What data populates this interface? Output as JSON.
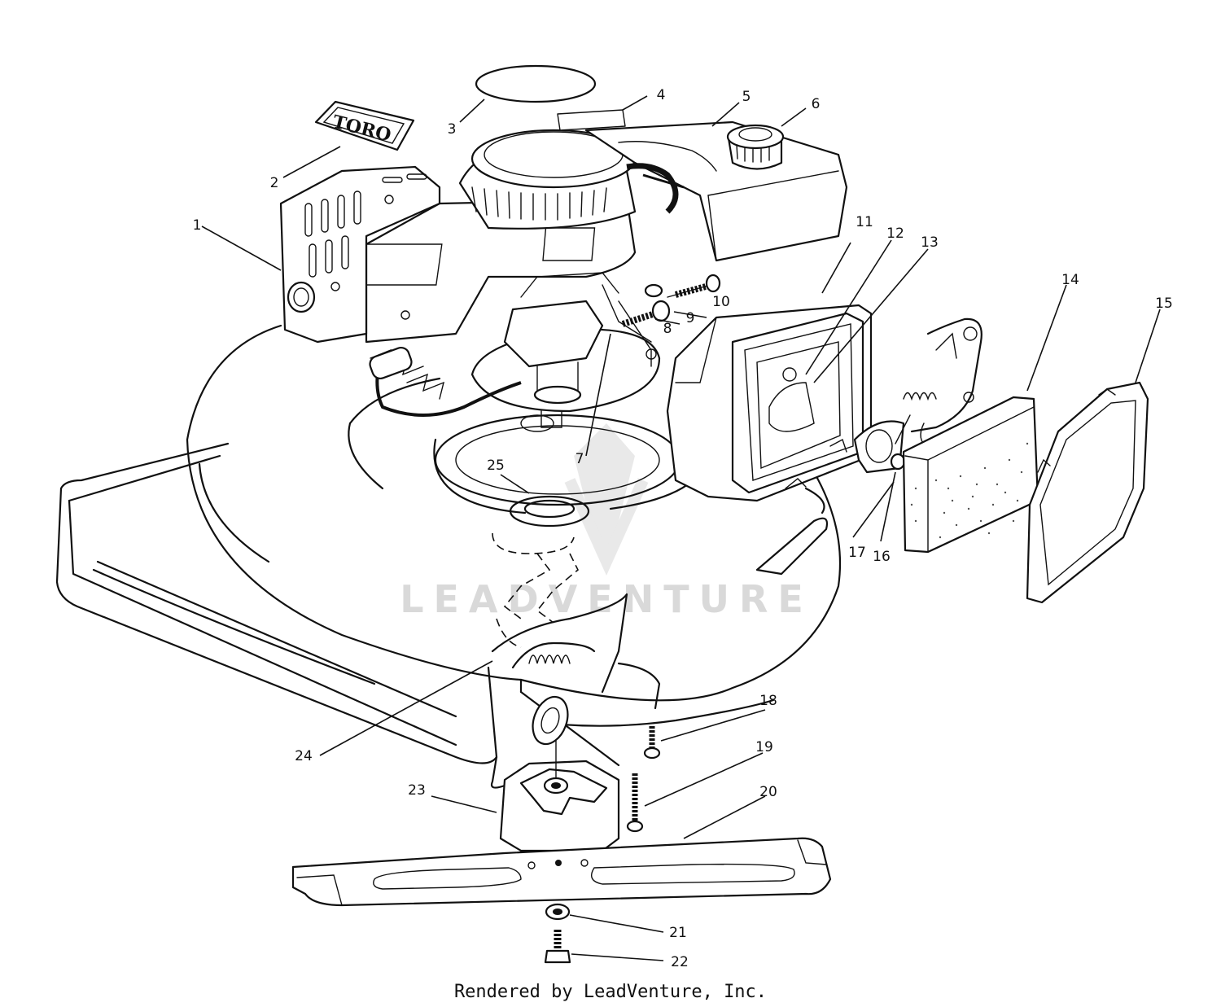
{
  "diagram": {
    "logo_label": "TORO",
    "watermark": "LEADVENTURE",
    "footer": "Rendered by LeadVenture, Inc.",
    "callouts": [
      "1",
      "2",
      "3",
      "4",
      "5",
      "6",
      "7",
      "8",
      "9",
      "10",
      "11",
      "12",
      "13",
      "14",
      "15",
      "16",
      "17",
      "18",
      "19",
      "20",
      "21",
      "22",
      "23",
      "24",
      "25"
    ]
  }
}
